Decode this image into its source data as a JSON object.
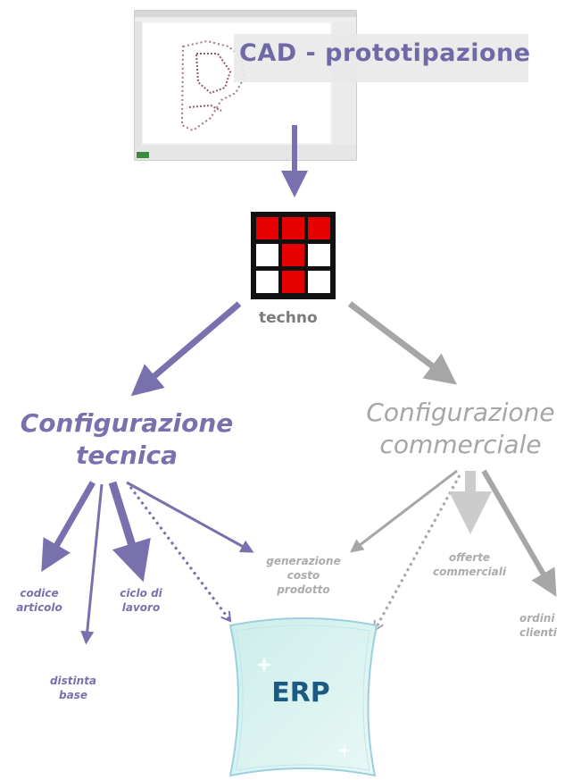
{
  "cad": {
    "label": "CAD - prototipazione"
  },
  "techno": {
    "label": "techno"
  },
  "configurations": {
    "technical": {
      "line1": "Configurazione",
      "line2": "tecnica"
    },
    "commercial": {
      "line1": "Configurazione",
      "line2": "commerciale"
    }
  },
  "technical_outputs": {
    "codice_articolo": [
      "codice",
      "articolo"
    ],
    "distinta_base": [
      "distinta",
      "base"
    ],
    "ciclo_lavoro": [
      "ciclo di",
      "lavoro"
    ]
  },
  "shared_outputs": {
    "generazione_costo": [
      "generazione",
      "costo",
      "prodotto"
    ]
  },
  "commercial_outputs": {
    "offerte": [
      "offerte",
      "commerciali"
    ],
    "ordini": [
      "ordini",
      "clienti"
    ]
  },
  "erp": {
    "label": "ERP"
  },
  "colors": {
    "technical": "#7871ad",
    "commercial": "#a6a6a6",
    "logo_red": "#e60000",
    "erp_fill": "#d7f2ef",
    "erp_text": "#1c5a84"
  }
}
